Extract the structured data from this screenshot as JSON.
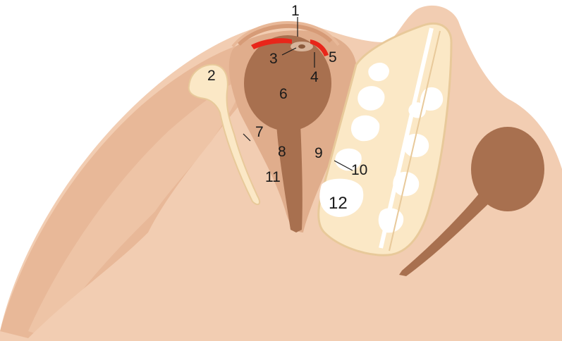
{
  "diagram": {
    "colors": {
      "skin": "#f2cdb2",
      "tissue_light": "#e8b898",
      "tissue_mid": "#dba27f",
      "eyeball": "#a8704f",
      "bone": "#fbe8c6",
      "bone_outline": "#e8c99a",
      "cavity": "#ffffff",
      "highlight_red": "#e8261a"
    },
    "labels": [
      {
        "id": "1",
        "text": "1"
      },
      {
        "id": "2",
        "text": "2"
      },
      {
        "id": "3",
        "text": "3"
      },
      {
        "id": "4",
        "text": "4"
      },
      {
        "id": "5",
        "text": "5"
      },
      {
        "id": "6",
        "text": "6"
      },
      {
        "id": "7",
        "text": "7"
      },
      {
        "id": "8",
        "text": "8"
      },
      {
        "id": "9",
        "text": "9"
      },
      {
        "id": "10",
        "text": "10"
      },
      {
        "id": "11",
        "text": "11"
      },
      {
        "id": "12",
        "text": "12"
      }
    ]
  }
}
